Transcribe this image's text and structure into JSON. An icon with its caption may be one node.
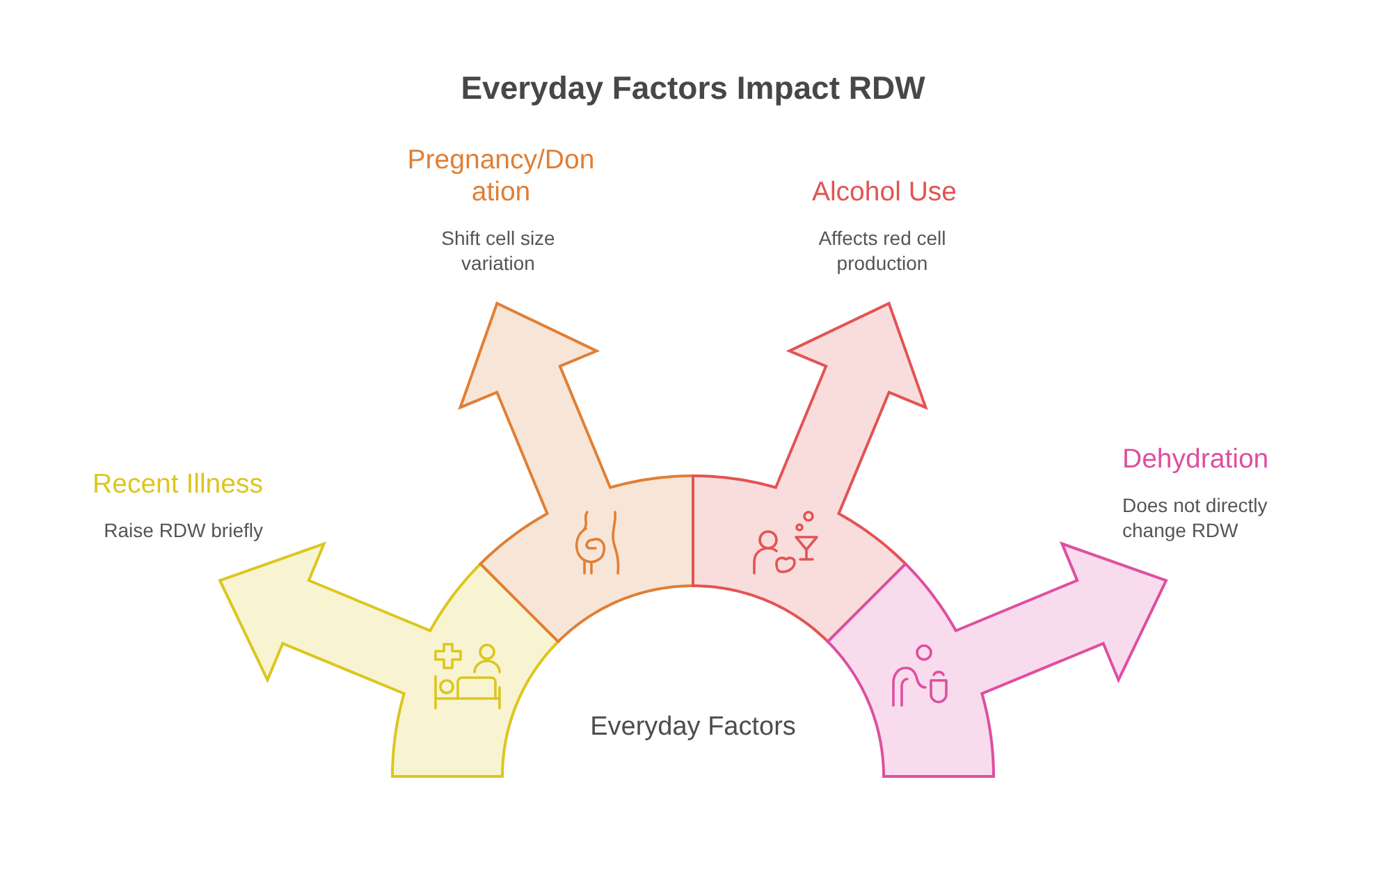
{
  "diagram": {
    "title": "Everyday Factors Impact RDW",
    "nodes": [
      {
        "text": [
          "Recent Illness",
          "Raise RDW briefly"
        ]
      },
      {
        "text": [
          "Pregnancy/Donation",
          "Shift cell size variation"
        ]
      },
      {
        "text": [
          "Alcohol Use",
          "Affects red cell production"
        ]
      },
      {
        "text": [
          "Dehydration",
          "Does not directly change RDW"
        ]
      }
    ],
    "labels": [
      "Everyday Factors"
    ]
  }
}
